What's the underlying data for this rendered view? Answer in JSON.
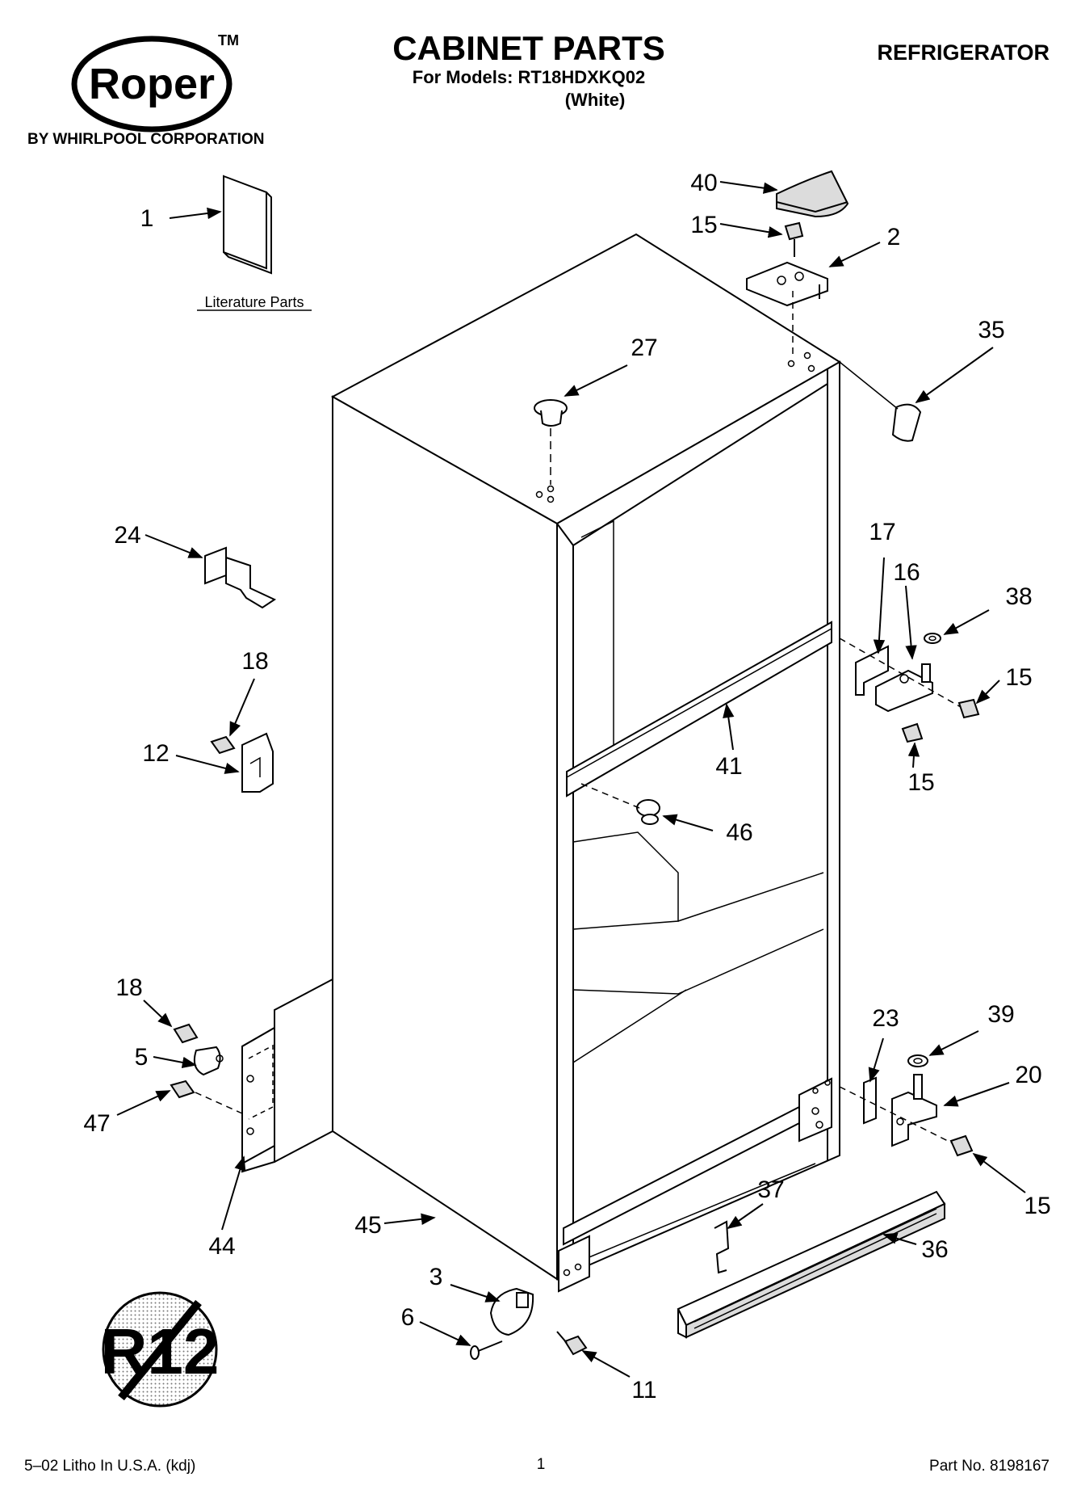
{
  "header": {
    "brand": "Roper",
    "trademark": "TM",
    "brand_tagline": "BY WHIRLPOOL CORPORATION",
    "title": "CABINET PARTS",
    "models_line": "For Models: RT18HDXKQ02",
    "color_line": "(White)",
    "category": "REFRIGERATOR"
  },
  "literature_label": "Literature Parts",
  "callouts": {
    "c1": "1",
    "c2": "2",
    "c3": "3",
    "c5": "5",
    "c6": "6",
    "c11": "11",
    "c12": "12",
    "c15a": "15",
    "c15b": "15",
    "c15c": "15",
    "c15d": "15",
    "c16": "16",
    "c17": "17",
    "c18a": "18",
    "c18b": "18",
    "c20": "20",
    "c23": "23",
    "c24": "24",
    "c27": "27",
    "c35": "35",
    "c36": "36",
    "c37": "37",
    "c38": "38",
    "c39": "39",
    "c40": "40",
    "c41": "41",
    "c44": "44",
    "c45": "45",
    "c46": "46",
    "c47": "47"
  },
  "badge_text": "R12",
  "footer": {
    "litho": "5–02 Litho In U.S.A. (kdj)",
    "page": "1",
    "part_no": "Part No. 8198167"
  }
}
